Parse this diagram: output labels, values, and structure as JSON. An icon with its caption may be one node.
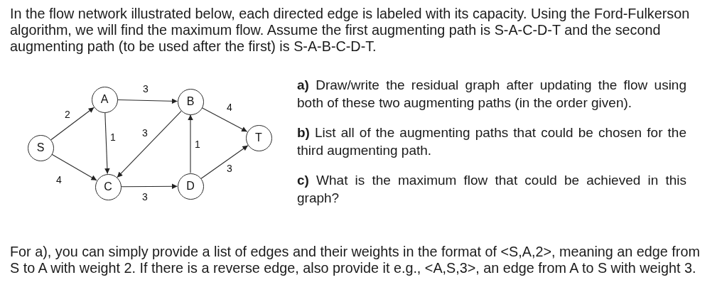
{
  "diagram": {
    "nodes": [
      {
        "text": [
          "S"
        ]
      },
      {
        "text": [
          "A"
        ]
      },
      {
        "text": [
          "B"
        ]
      },
      {
        "text": [
          "C"
        ]
      },
      {
        "text": [
          "D"
        ]
      },
      {
        "text": [
          "T"
        ]
      }
    ],
    "edges": [
      {
        "from": 0,
        "to": 1,
        "arrow": "to",
        "label": "2"
      },
      {
        "from": 0,
        "to": 3,
        "arrow": "to",
        "label": "4"
      },
      {
        "from": 1,
        "to": 2,
        "arrow": "to",
        "label": "3"
      },
      {
        "from": 1,
        "to": 3,
        "arrow": "to",
        "label": "1"
      },
      {
        "from": 2,
        "to": 3,
        "arrow": "to",
        "label": "3"
      },
      {
        "from": 2,
        "to": 5,
        "arrow": "to",
        "label": "4"
      },
      {
        "from": 3,
        "to": 4,
        "arrow": "to",
        "label": "3"
      },
      {
        "from": 4,
        "to": 2,
        "arrow": "to",
        "label": "1"
      },
      {
        "from": 4,
        "to": 5,
        "arrow": "to",
        "label": "3"
      }
    ],
    "labels": [
      "In the flow network illustrated below, each directed edge is labeled with its capacity. Using the Ford-Fulkerson algorithm, we will find the maximum flow. Assume the first augmenting path is S-A-C-D-T and the second augmenting path (to be used after the first) is S-A-B-C-D-T.",
      "**a)** Draw/write the residual graph after updating the flow using both of these two augmenting paths (in the order given).",
      "**b)** List all of the augmenting paths that could be chosen for the third augmenting path.",
      "**c)** What is the maximum flow that could be achieved in this graph?",
      "For a), you can simply provide a list of edges and their weights in the format of <S,A,2>, meaning an edge from S to A with weight 2. If there is a reverse edge, also provide it e.g., <A,S,3>, an edge from A to S with weight 3."
    ]
  }
}
